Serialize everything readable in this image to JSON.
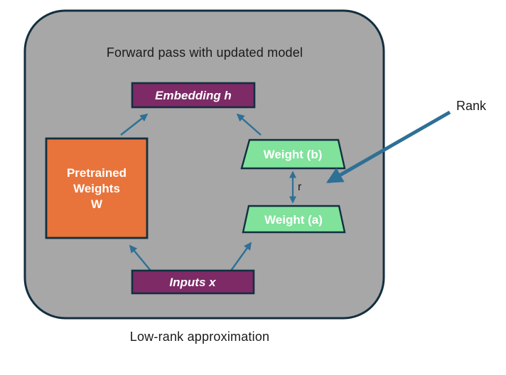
{
  "diagram": {
    "title": "Forward pass with updated model",
    "caption": "Low-rank approximation",
    "rank_label": "Rank",
    "rank_dim_label": "r",
    "nodes": {
      "embedding": {
        "label": "Embedding h",
        "fill": "#7D2A67"
      },
      "pretrained": {
        "line1": "Pretrained",
        "line2": "Weights",
        "line3": "W",
        "fill": "#E8743B"
      },
      "weight_b": {
        "label": "Weight (b)",
        "fill": "#80E29B"
      },
      "weight_a": {
        "label": "Weight (a)",
        "fill": "#80E29B"
      },
      "inputs": {
        "label": "Inputs x",
        "fill": "#7D2A67"
      }
    },
    "colors": {
      "container_fill": "#A7A7A7",
      "border": "#132F3F",
      "arrow": "#2E7096",
      "text_dark": "#1A1A1A",
      "text_light": "#FFFFFF"
    }
  }
}
